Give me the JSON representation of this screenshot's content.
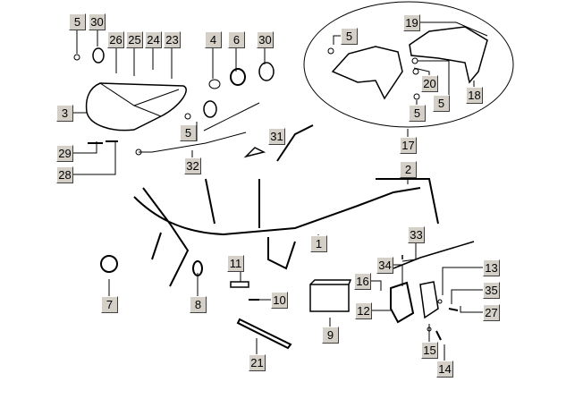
{
  "callouts": {
    "c5a": "5",
    "c30a": "30",
    "c26": "26",
    "c25": "25",
    "c24": "24",
    "c23": "23",
    "c3": "3",
    "c29": "29",
    "c28": "28",
    "c4": "4",
    "c6": "6",
    "c30b": "30",
    "c5b": "5",
    "c32": "32",
    "c31": "31",
    "c19": "19",
    "c5c": "5",
    "c20": "20",
    "c5d": "5",
    "c5e": "5",
    "c18": "18",
    "c17": "17",
    "c2": "2",
    "c1": "1",
    "c33": "33",
    "c34": "34",
    "c13": "13",
    "c16": "16",
    "c35": "35",
    "c12": "12",
    "c27": "27",
    "c11": "11",
    "c10": "10",
    "c7": "7",
    "c8": "8",
    "c9": "9",
    "c15": "15",
    "c14": "14",
    "c21": "21"
  }
}
